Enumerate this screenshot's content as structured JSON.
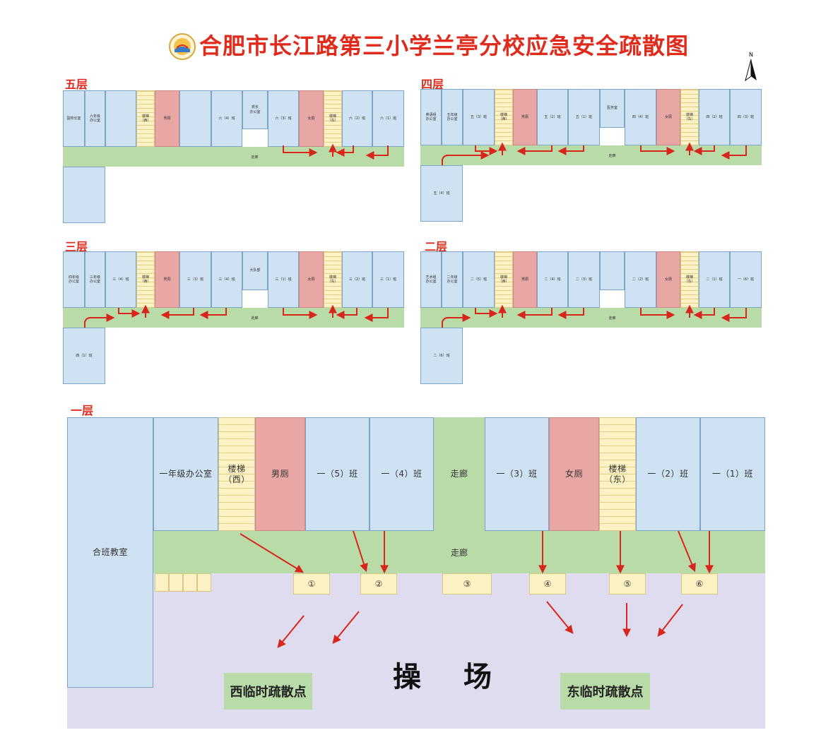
{
  "title": "合肥市长江路第三小学兰亭分校应急安全疏散图",
  "compass_label": "N",
  "colors": {
    "title": "#e02a1c",
    "room": "#cfe2f3",
    "toilet": "#e8a7a5",
    "stair": "#fdf2c4",
    "corridor": "#b9dba8",
    "playground": "#dedcee",
    "arrow": "#d9261c"
  },
  "floors": {
    "f5": {
      "label": "五层",
      "rooms": [
        "副校长室",
        "六年级\n办公室",
        "",
        "楼梯\n（西）",
        "男厕",
        "",
        "六（4）班",
        "校长\n办公室",
        "六（3）班",
        "女厕",
        "楼梯\n（东）",
        "六（2）班",
        "六（1）班",
        ""
      ],
      "corridor": "走廊"
    },
    "f4": {
      "label": "四层",
      "rooms": [
        "英语组\n办公室",
        "五年级\n办公室",
        "五（3）班",
        "楼梯\n（西）",
        "男厕",
        "五（2）班",
        "五（1）班",
        "医务室",
        "四（4）班",
        "女厕",
        "楼梯\n（东）",
        "四（2）班",
        "四（3）班",
        "五（4）班"
      ],
      "corridor": "走廊"
    },
    "f3": {
      "label": "三层",
      "rooms": [
        "四年级\n办公室",
        "三年级\n办公室",
        "三（4）班",
        "楼梯\n（西）",
        "男厕",
        "三（3）班",
        "三（4）班",
        "大队部",
        "三（1）班",
        "女厕",
        "楼梯\n（东）",
        "三（2）班",
        "三（1）班",
        "四（1）班"
      ],
      "corridor": "走廊"
    },
    "f2": {
      "label": "二层",
      "rooms": [
        "艺术组\n办公室",
        "二年级\n办公室",
        "二（5）班",
        "楼梯\n（西）",
        "男厕",
        "二（4）班",
        "二（3）班",
        "",
        "二（2）班",
        "女厕",
        "楼梯\n（东）",
        "二（1）班",
        "一（6）班",
        "二（6）班"
      ],
      "corridor": "走廊"
    },
    "f1": {
      "label": "一层",
      "rooms": [
        "合班教室",
        "一年级办公室",
        "楼梯\n（西）",
        "男厕",
        "一（5）班",
        "一（4）班",
        "走廊",
        "一（3）班",
        "女厕",
        "楼梯\n（东）",
        "一（2）班",
        "一（1）班"
      ],
      "corridor": "走廊",
      "exits": [
        "①",
        "②",
        "③",
        "④",
        "⑤",
        "⑥"
      ],
      "playground": "操场",
      "west_point": "西临时疏散点",
      "east_point": "东临时疏散点"
    }
  }
}
